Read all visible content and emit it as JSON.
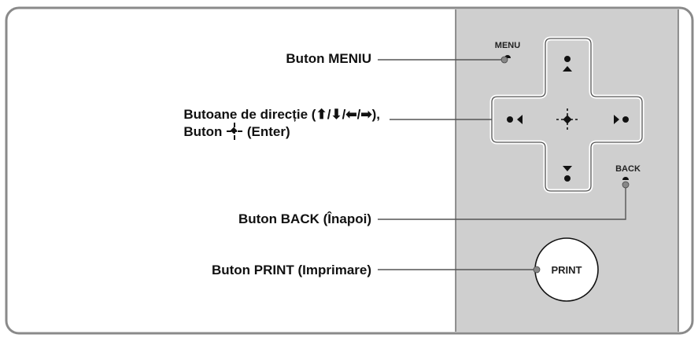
{
  "labels": {
    "menu": "Buton MENIU",
    "direction_line1": "Butoane de direcție (⬆/⬇/⬅/➡),",
    "direction_line2_prefix": "Buton",
    "direction_line2_suffix": "(Enter)",
    "back": "Buton BACK (Înapoi)",
    "print": "Buton PRINT (Imprimare)"
  },
  "device": {
    "menu_button": "MENU",
    "back_button": "BACK",
    "print_button": "PRINT"
  },
  "colors": {
    "panel": "#cfcfcf",
    "frame": "#8a8a8a",
    "pad_fill": "#cfcfcf",
    "pad_outline": "#ffffff",
    "marker": "#111111"
  }
}
